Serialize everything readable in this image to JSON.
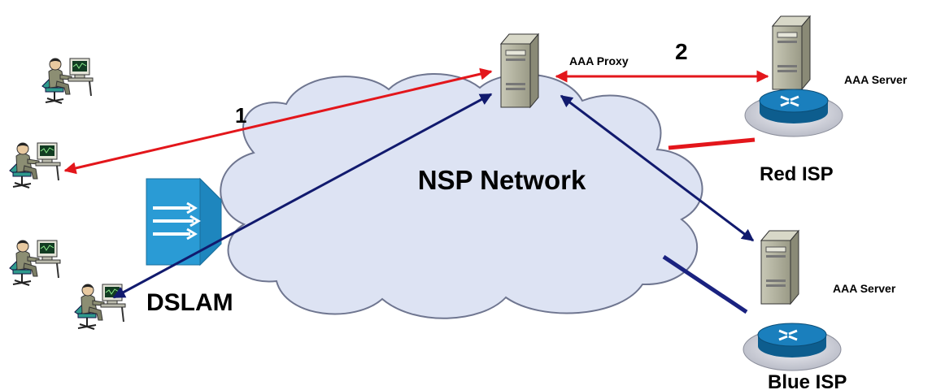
{
  "labels": {
    "network": "NSP Network",
    "dslam": "DSLAM",
    "proxy": "AAA Proxy",
    "server_red": "AAA Server",
    "server_blue": "AAA Server",
    "isp_red": "Red ISP",
    "isp_blue": "Blue ISP",
    "step1": "1",
    "step2": "2"
  },
  "colors": {
    "red_link": "#e3161b",
    "blue_link": "#111a6e",
    "cloud_fill": "#dde3f3",
    "cloud_stroke": "#6f7690",
    "server_body": "#b9b9a6",
    "router_top": "#1a78b5",
    "dslam": "#2a9bd5"
  },
  "icons": [
    "user-workstation-icon",
    "server-icon",
    "router-icon",
    "dslam-icon",
    "cloud-icon"
  ]
}
